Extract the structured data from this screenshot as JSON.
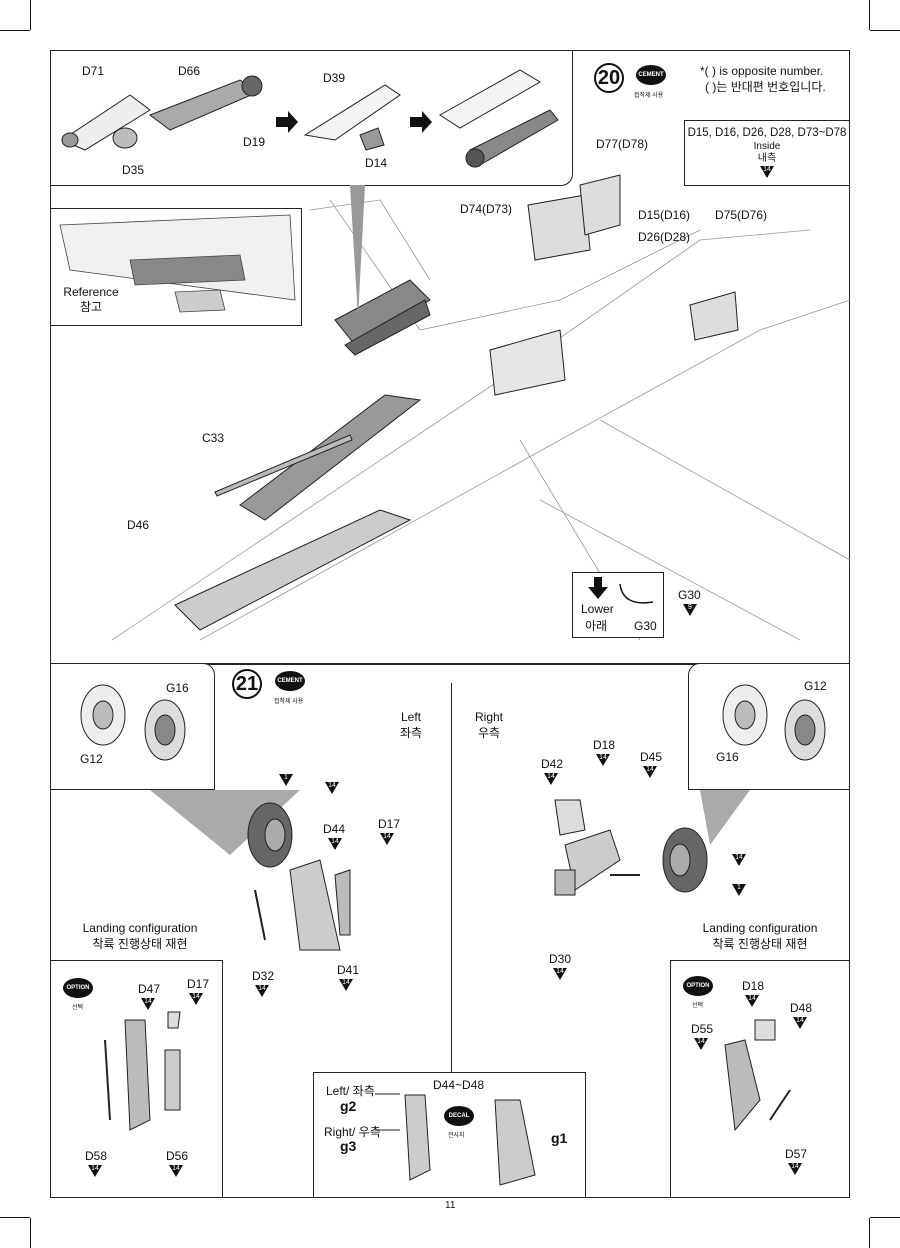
{
  "page_number": "11",
  "steps": {
    "step20": {
      "number": "20",
      "cement_badge": "CEMENT",
      "cement_caption": "접착제 사용"
    },
    "step21": {
      "number": "21",
      "cement_badge": "CEMENT",
      "cement_caption": "접착제 사용"
    }
  },
  "notes": {
    "opposite_en": "*(    ) is opposite number.",
    "opposite_kr": "(    )는 반대편 번호입니다."
  },
  "inside_box": {
    "parts": "D15, D16, D26, D28, D73~D78",
    "en": "Inside",
    "kr": "내측",
    "paint": "14"
  },
  "reference": {
    "en": "Reference",
    "kr": "참고"
  },
  "lower_box": {
    "en": "Lower",
    "kr": "아래",
    "part": "G30"
  },
  "left_right": {
    "left_en": "Left",
    "left_kr": "좌측",
    "right_en": "Right",
    "right_kr": "우측"
  },
  "landing": {
    "en": "Landing configuration",
    "kr": "착륙 진행상태 재현"
  },
  "option": {
    "badge": "OPTION",
    "caption": "선택"
  },
  "decal_box": {
    "range": "D44~D48",
    "left": "Left/ 좌측",
    "left_code": "g2",
    "right": "Right/ 우측",
    "right_code": "g3",
    "right_decal": "g1",
    "badge": "DECAL",
    "caption": "전사지"
  },
  "parts": {
    "d71": "D71",
    "d66": "D66",
    "d19": "D19",
    "d35": "D35",
    "d39": "D39",
    "d14": "D14",
    "d77": "D77(D78)",
    "d74": "D74(D73)",
    "d15": "D15(D16)",
    "d26": "D26(D28)",
    "d75": "D75(D76)",
    "c33": "C33",
    "d46": "D46",
    "g30": "G30",
    "g16a": "G16",
    "g12a": "G12",
    "g12b": "G12",
    "g16b": "G16",
    "d44": "D44",
    "d17a": "D17",
    "d32": "D32",
    "d41": "D41",
    "d42": "D42",
    "d18a": "D18",
    "d45": "D45",
    "d30": "D30",
    "d47": "D47",
    "d17b": "D17",
    "d58": "D58",
    "d56": "D56",
    "d18b": "D18",
    "d48": "D48",
    "d55": "D55",
    "d57": "D57"
  },
  "paint_codes": {
    "c14": "14",
    "c9": "9",
    "c1": "1"
  }
}
